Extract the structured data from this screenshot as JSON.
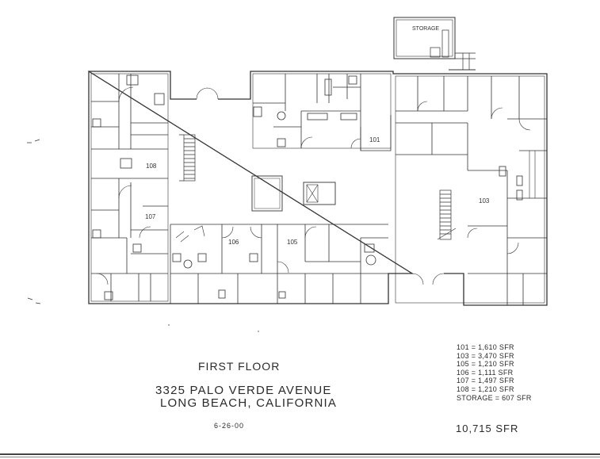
{
  "plan": {
    "room_labels": {
      "storage": "STORAGE",
      "r101": "101",
      "r103": "103",
      "r105": "105",
      "r106": "106",
      "r107": "107",
      "r108": "108"
    }
  },
  "title_block": {
    "floor": "FIRST FLOOR",
    "address_line1": "3325 PALO VERDE AVENUE",
    "address_line2": "LONG BEACH, CALIFORNIA",
    "date": "6-26-00"
  },
  "legend": {
    "rows": [
      "101 = 1,610 SFR",
      "103 = 3,470 SFR",
      "105 = 1,210 SFR",
      "106 = 1,111 SFR",
      "107 = 1,497 SFR",
      "108 = 1,210 SFR",
      "STORAGE = 607 SFR"
    ],
    "total": "10,715 SFR"
  }
}
